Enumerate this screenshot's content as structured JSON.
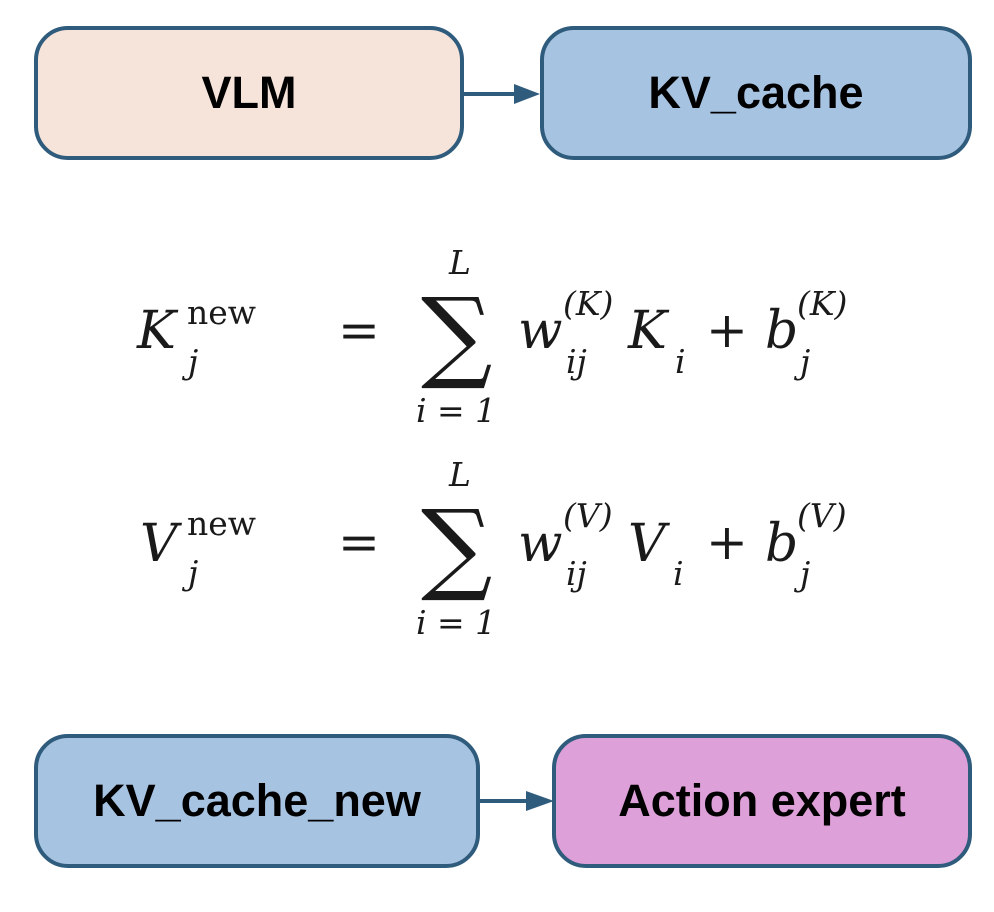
{
  "colors": {
    "vlm_fill": "#f6e3d9",
    "kv_fill": "#a7c3e2",
    "action_fill": "#dea0d8",
    "border": "#2f5b7c",
    "arrow": "#2f5b7c"
  },
  "top_row": {
    "vlm_label": "VLM",
    "kv_cache_label": "KV_cache"
  },
  "bottom_row": {
    "kv_cache_new_label": "KV_cache_new",
    "action_expert_label": "Action expert"
  },
  "equations": {
    "k": {
      "lhs_symbol": "K",
      "lhs_sup": "new",
      "lhs_sub": "j",
      "equals": "=",
      "sum_upper": "L",
      "sum_lower": "i = 1",
      "weight": "w",
      "weight_sup": "(K)",
      "weight_sub": "ij",
      "term": "K",
      "term_sub": "i",
      "plus": "+",
      "bias": "b",
      "bias_sup": "(K)",
      "bias_sub": "j"
    },
    "v": {
      "lhs_symbol": "V",
      "lhs_sup": "new",
      "lhs_sub": "j",
      "equals": "=",
      "sum_upper": "L",
      "sum_lower": "i = 1",
      "weight": "w",
      "weight_sup": "(V)",
      "weight_sub": "ij",
      "term": "V",
      "term_sub": "i",
      "plus": "+",
      "bias": "b",
      "bias_sup": "(V)",
      "bias_sub": "j"
    }
  }
}
